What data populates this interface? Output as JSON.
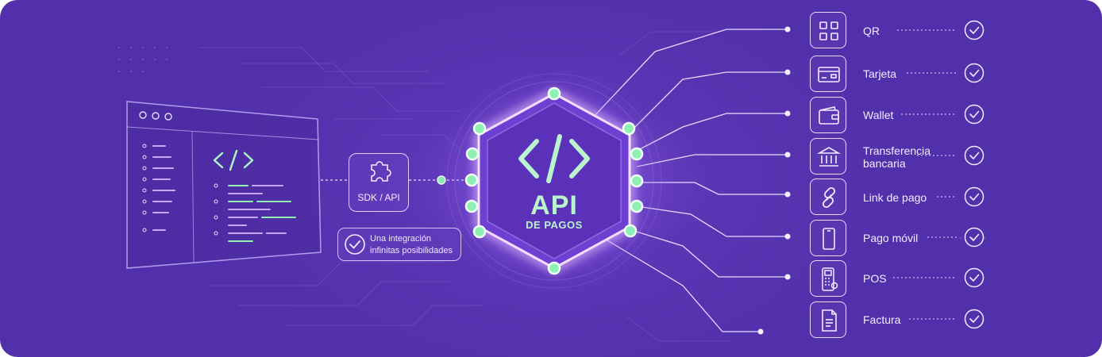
{
  "sdk": {
    "label": "SDK / API"
  },
  "tagline": {
    "line1": "Una integración",
    "line2": "infinitas posibilidades"
  },
  "center": {
    "title": "API",
    "subtitle": "DE PAGOS"
  },
  "methods": [
    {
      "label": "QR",
      "icon": "qr-icon"
    },
    {
      "label": "Tarjeta",
      "icon": "card-icon"
    },
    {
      "label": "Wallet",
      "icon": "wallet-icon"
    },
    {
      "label": "Transferencia",
      "label2": "bancaria",
      "icon": "bank-icon"
    },
    {
      "label": "Link de pago",
      "icon": "link-icon"
    },
    {
      "label": "Pago móvil",
      "icon": "phone-icon"
    },
    {
      "label": "POS",
      "icon": "pos-icon"
    },
    {
      "label": "Factura",
      "icon": "invoice-icon"
    }
  ],
  "colors": {
    "background": "#5330ab",
    "accent_green": "#b9f4cf",
    "node_green": "#8ff0b4",
    "line": "#e5dcff"
  }
}
